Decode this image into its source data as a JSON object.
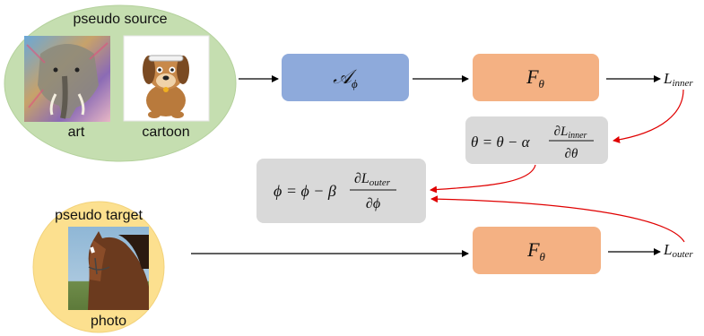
{
  "source": {
    "title": "pseudo source",
    "img1_label": "art",
    "img2_label": "cartoon"
  },
  "target": {
    "title": "pseudo target",
    "img_label": "photo"
  },
  "blocks": {
    "augment": "𝒜",
    "augment_sub": "ϕ",
    "model_top": "F",
    "model_top_sub": "θ",
    "model_bottom": "F",
    "model_bottom_sub": "θ"
  },
  "outputs": {
    "inner": "L",
    "inner_sub": "inner",
    "outer": "L",
    "outer_sub": "outer"
  },
  "updates": {
    "theta": {
      "lhs": "θ = θ − α",
      "num": "∂L",
      "num_sub": "inner",
      "den": "∂θ"
    },
    "phi": {
      "lhs": "ϕ = ϕ − β",
      "num": "∂L",
      "num_sub": "outer",
      "den": "∂ϕ"
    }
  },
  "colors": {
    "source_ellipse": "#c5deb0",
    "target_ellipse": "#fce08f",
    "augment_block": "#8eaadb",
    "model_block": "#f4b183",
    "update_block": "#d9d9d9",
    "gradient_arrow": "#e00000",
    "flow_arrow": "#000000"
  },
  "icons": {
    "art_image": "elephant-art-icon",
    "cartoon_image": "cartoon-dog-icon",
    "photo_image": "horse-photo-icon"
  }
}
